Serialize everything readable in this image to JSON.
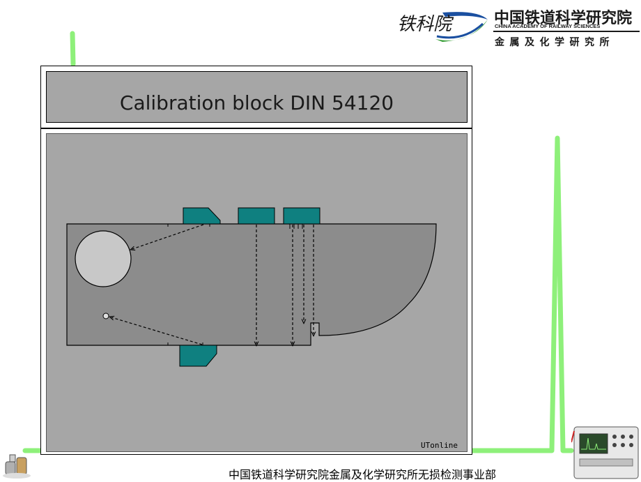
{
  "slide": {
    "title": "Calibration block  DIN 54120",
    "watermark": "UTonline"
  },
  "header": {
    "calligraphy_logo": "铁科院",
    "institution_cn": "中国铁道科学研究院",
    "institution_en": "CHINA ACADEMY OF RAILWAY SCIENCES",
    "department": "金属及化学研究所"
  },
  "footer": {
    "text": "中国铁道科学研究院金属及化学研究所无损检测事业部"
  },
  "colors": {
    "background": "#ffffff",
    "trace_green": "#8ef07a",
    "screen_gray": "#a6a6a6",
    "block_gray": "#8c8c8c",
    "probe_teal": "#0f8080",
    "hole_fill": "#c8c8c8",
    "logo_blue": "#1a4fa0",
    "logo_green": "#2e9a2e"
  },
  "icons": {
    "left_device": "ultrasonic-probe-icon",
    "right_device": "flaw-detector-icon"
  }
}
